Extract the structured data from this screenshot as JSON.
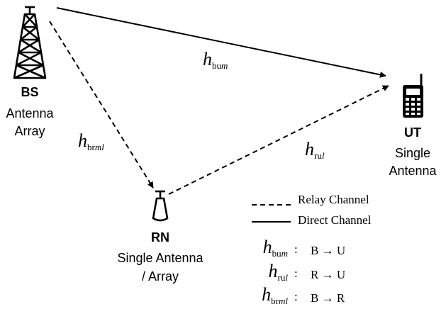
{
  "nodes": {
    "bs": {
      "name": "BS",
      "desc_lines": [
        "Antenna",
        "Array"
      ]
    },
    "ut": {
      "name": "UT",
      "desc_lines": [
        "Single",
        "Antenna"
      ]
    },
    "rn": {
      "name": "RN",
      "desc_lines": [
        "Single Antenna",
        "/ Array"
      ]
    }
  },
  "channel_labels": {
    "direct": {
      "h": "h",
      "sub_pre": "bu",
      "sub_var": "m"
    },
    "bs_rn": {
      "h": "h",
      "sub_pre": "br",
      "sub_var": "ml"
    },
    "rn_ut": {
      "h": "h",
      "sub_pre": "ru",
      "sub_var": "l"
    }
  },
  "legend": {
    "relay": "Relay Channel",
    "direct": "Direct Channel"
  },
  "definitions": [
    {
      "h": "h",
      "sub_pre": "bu",
      "sub_var": "m",
      "sep": ":",
      "from": "B",
      "arrow": "→",
      "to": "U"
    },
    {
      "h": "h",
      "sub_pre": "ru",
      "sub_var": "l",
      "sep": ":",
      "from": "R",
      "arrow": "→",
      "to": "U"
    },
    {
      "h": "h",
      "sub_pre": "br",
      "sub_var": "ml",
      "sep": ":",
      "from": "B",
      "arrow": "→",
      "to": "R"
    }
  ]
}
